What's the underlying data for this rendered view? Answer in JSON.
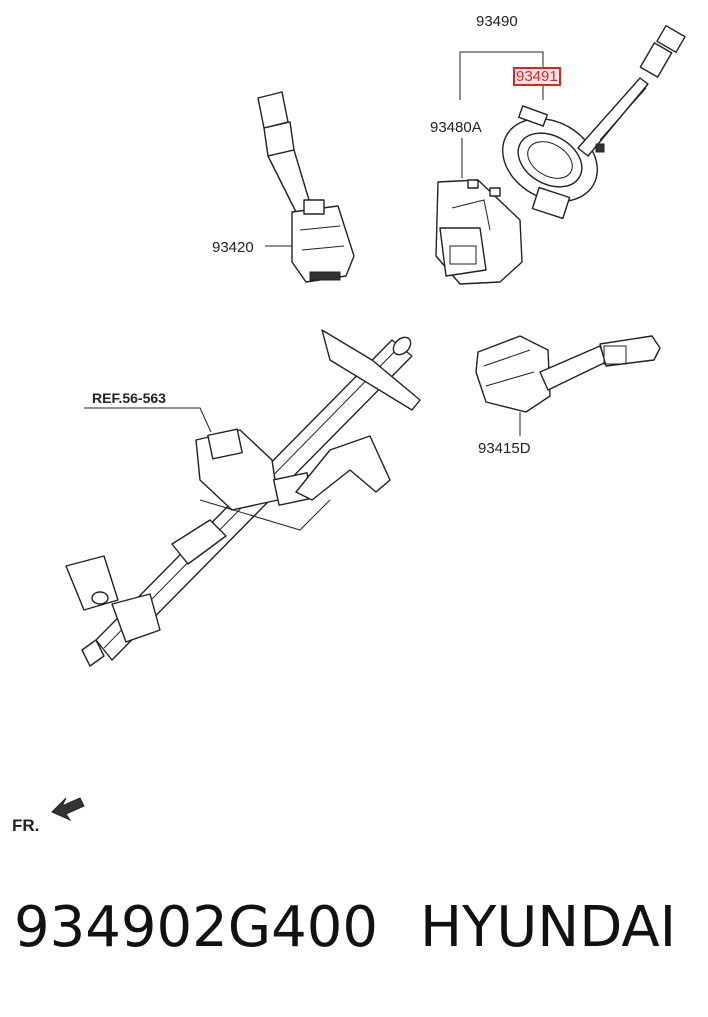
{
  "labels": {
    "p93490": "93490",
    "p93491": "93491",
    "p93480a": "93480A",
    "p93420": "93420",
    "p93415d": "93415D",
    "ref": "REF.56-563",
    "fr": "FR."
  },
  "footer": {
    "part_number": "934902G400",
    "brand": "HYUNDAI"
  },
  "colors": {
    "highlight_border": "#d92525",
    "highlight_fill": "#fbe6e6",
    "line": "#222222"
  }
}
